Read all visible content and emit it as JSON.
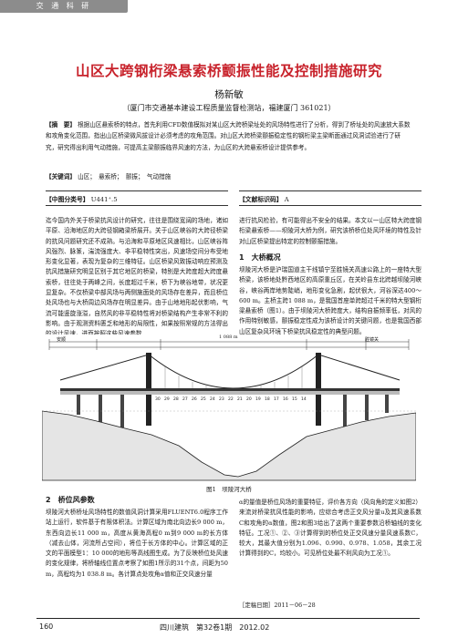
{
  "header": {
    "section_tag": "交 通 科 研"
  },
  "title": "山区大跨钢桁梁悬索桥颤振性能及控制措施研究",
  "author": "杨新敏",
  "affiliation": "（厦门市交通基本建设工程质量监督检测站，福建厦门 361021）",
  "abstract": {
    "label": "【摘　要】",
    "text": "根据山区悬索桥的特点，首先利用CFD数值模拟对某山区大跨桥梁址处的风场特性进行了分析，得到了桥址处的风速放大系数和攻角变化范围，指出山区桥梁微风拔设计必须考虑的攻角范围。对山区大跨桥梁颤振稳定性的钢桁梁主梁断面通过风洞试验进行了研究，研究得出利用气动措施，可提高主梁颤振临界风速的方法，为山区的大跨悬索桥设计提供参考。"
  },
  "keywords": {
    "label": "【关键词】",
    "text": "山区；　悬索桥；　颤振；　气动措施"
  },
  "classification": {
    "left_label": "【中图分类号】",
    "left_value": "U441⁺.5",
    "right_label": "【文献标识码】",
    "right_value": "A"
  },
  "body": {
    "left_para1": "迄今国内外关于桥梁抗风设计的研究，往往是围绕宽阔的场地，诸如平原、沿海地区的大跨径钢箱梁桥展开。关于山区峡谷的大跨径桥梁的抗风问题研究还不成熟。与沿海和平原地区风速相比，山区峡谷阵风强烈、脉篆，湍流强度大、非平稳特性突出，风速场空间分布受地形变化显著，表现为复杂的三维特征。山区桥梁风致振动响应预测及抗风措施研究明显区别于其它地区的桥梁，特别是大跨度超大跨度悬索桥，往往处于两峰之间，长度超过千米，桥下为峡谷地带，状况更显复杂。不仅桥梁中部风场与两侧施面处的风场存在差异，而且桥位处风场也与大桥周边风场存在明显差异。由于山地地形起伏影响，气流可能竖旋涨溢，自然风的非平稳特性将对桥梁结构产生非常不利的影响。由于观测资料匮乏和地形的局限性，如果按照常规的方法得出的设计风速，进而按照这些风速参数",
    "right_para1": "进行抗风检验，有可能得出不安全的结果。本文以一山区特大跨度钢桁梁悬索桥——坝陵河大桥为例，研究该桥桥位处风环境的特性及针对山区桥梁提出特定的控制颤振措施。",
    "right_sec1_title": "1　大桥概况",
    "right_para2": "坝陵河大桥是沪瑞国道主干线镇宁至胜镜关高速公路上的一座特大型桥梁，该桥地处黔西地区的高原重丘区，在关岭县东北跨越坝陵河峡谷，峡谷两岸地势陡峭，地形变化急剧，起伏很大，河谷深达400～600 m。主桥主跨1 088 m，是我国首座单跨超过千米的特大型钢桁梁悬索桥（图1）。由于坝陵河大桥跨度大，结构自振频率低，对风的作用特别敏感，颤振稳定性成为该桥设计的关键问题，也是我国西部山区复杂风环境下桥梁抗风稳定性的典型问题。",
    "right_para3": "α的量值是桥位风场的重要特征，评价各方向（风向角的定义如图2）来流对桥梁抗风性能的影响，应综合考虑正交风分量u及其风速系数C和攻角的α数值，图2和图3给出了这两个重要参数沿桥轴线的变化特征。工况①、②、③计算得到的桥位处正交风速分量风速系数C，较大，其最大值分别为1.096、0.990、0.978、1.058，其余工况计算得到的C，均较小。可见桥位处最不利风向为工况①。",
    "left_sec2_title": "2　桥位风参数",
    "left_para2": "坝陵河大桥桥址风场特性的数值风洞计算采用FLUENT6.0程序工作站上运行，软件基于有限体积法。计算区域为南北向边长9 000 m，东西向边长11 000 m，高度从黄海高程0 m到9 000 m的长方体（减去山体，河流所占空间），将位于长方体的中心。计算区域的正文的平面模型1：10 000的地形等高线图生成。为了反映桥位处风速的变化规律，将桥轴线位置点考察了如图1所示的31个点，间距为50 m，高程均为1 038.8 m。各计算点处攻角α值和正交风速分量"
  },
  "figure": {
    "caption": "图1　坝陵河大桥",
    "label_left": "安顺",
    "label_right": "胜镜关",
    "dim_top": "1 088 m"
  },
  "footer": {
    "page": "160",
    "journal": "四川建筑　第32卷1期　2012.02",
    "received": "［定稿日期］2011－06－28"
  }
}
